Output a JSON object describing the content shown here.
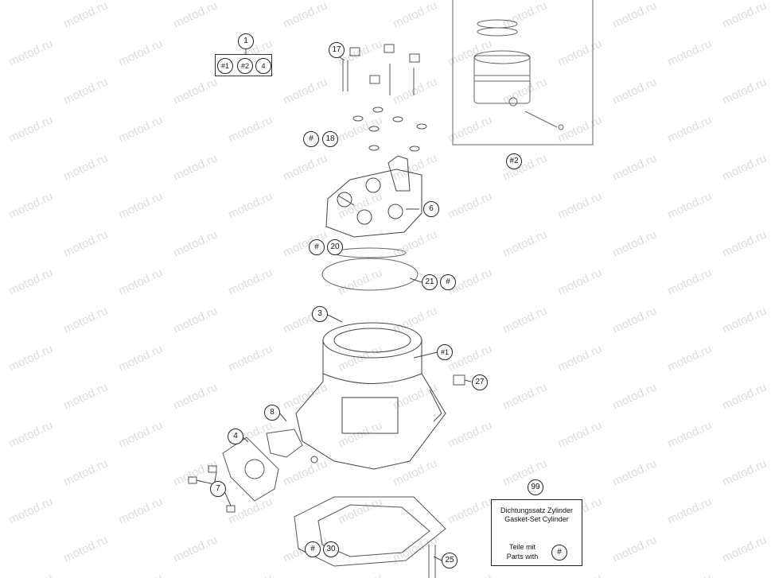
{
  "watermark": "motod.ru",
  "callouts": {
    "c1": "1",
    "c1_a": "#1",
    "c1_b": "#2",
    "c1_c": "4",
    "c17": "17",
    "c18_hash": "#",
    "c18": "18",
    "c6": "6",
    "c2_hash": "#2",
    "c20_hash": "#",
    "c20": "20",
    "c21": "21",
    "c21_hash": "#",
    "c3": "3",
    "c1_hash": "#1",
    "c27": "27",
    "c8": "8",
    "c4": "4",
    "c7": "7",
    "c99": "99",
    "c30_hash": "#",
    "c30": "30",
    "c25": "25"
  },
  "legend": {
    "line1": "Dichtungssatz Zylinder",
    "line2": "Gasket-Set Cylinder",
    "line3": "Teile mit",
    "line4": "Parts with",
    "badge": "#"
  },
  "colors": {
    "line": "#444444",
    "light_line": "#777777",
    "watermark": "#bdbdbd"
  }
}
